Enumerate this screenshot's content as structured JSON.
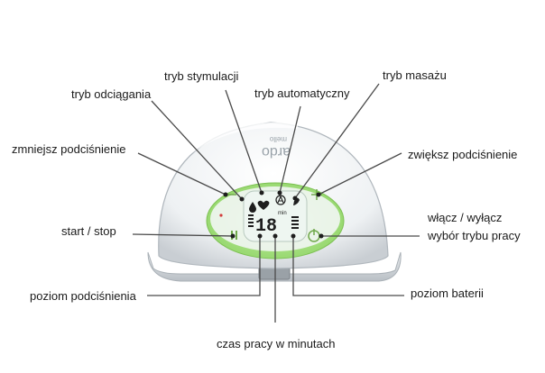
{
  "colors": {
    "background": "#ffffff",
    "text": "#1a1a1a",
    "leader_line": "#4a4a4a",
    "green_accent": "#9fdc72",
    "lcd_background": "#eef6f1",
    "lcd_digits": "#1e1e1e",
    "dome_shell": "#e8ecef",
    "base_ring": "#c9ced3"
  },
  "device": {
    "brand_logo_text": "ardo",
    "model_text": "mello",
    "lcd_digits": "18",
    "lcd_unit": "min",
    "icons": [
      "drop-icon",
      "heart-icon",
      "auto-a-icon",
      "hands-icon",
      "power-icon",
      "pause-icon",
      "minus-icon",
      "plus-icon"
    ]
  },
  "labels": {
    "extraction_mode": "tryb odciągania",
    "stimulation_mode": "tryb stymulacji",
    "automatic_mode": "tryb automatyczny",
    "massage_mode": "tryb masażu",
    "decrease_vacuum": "zmniejsz podciśnienie",
    "increase_vacuum": "zwiększ podciśnienie",
    "start_stop": "start / stop",
    "power_line1": "włącz / wyłącz",
    "power_line2": "wybór trybu pracy",
    "vacuum_level": "poziom podciśnienia",
    "battery_level": "poziom baterii",
    "work_time": "czas pracy w minutach"
  }
}
